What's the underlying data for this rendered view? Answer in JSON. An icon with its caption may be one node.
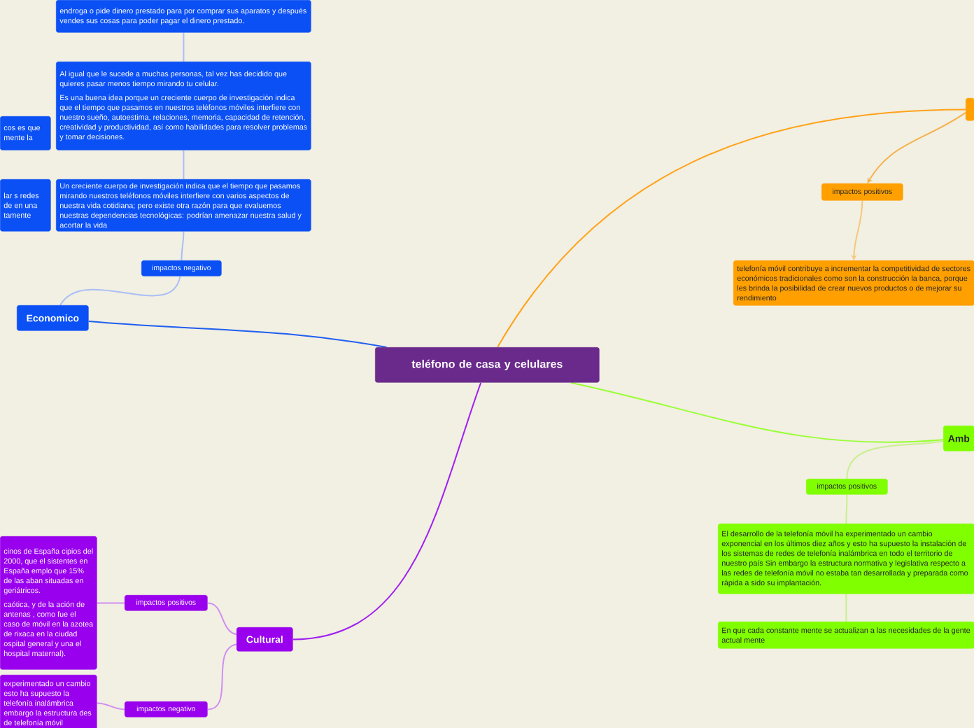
{
  "diagram": {
    "nodes": [
      {
        "text": [
          "teléfono de casa y celulares"
        ]
      },
      {
        "text": [
          "Economico"
        ]
      },
      {
        "text": [
          "impactos negativo"
        ]
      },
      {
        "text": [
          "endroga o pide dinero prestado para por comprar sus aparatos y después vendes sus cosas para poder pagar el dinero prestado."
        ]
      },
      {
        "text": [
          "Al igual que le sucede a muchas personas, tal vez has decidido que quieres pasar menos tiempo mirando tu celular.",
          "Es una buena idea porque un creciente cuerpo de investigación indica que el tiempo que pasamos en nuestros teléfonos móviles interfiere con nuestro sueño, autoestima, relaciones, memoria, capacidad de retención, creatividad y productividad, así como habilidades para resolver problemas y tomar decisiones."
        ]
      },
      {
        "text": [
          "Un creciente cuerpo de investigación indica que el tiempo que pasamos mirando nuestros teléfonos móviles interfiere con varios aspectos de nuestra vida cotidiana; pero existe otra razón para que evaluemos nuestras dependencias tecnológicas: podrían amenazar nuestra salud y acortar la vida"
        ]
      },
      {
        "text": [
          "cos es que mente la"
        ]
      },
      {
        "text": [
          "lar s redes de en una tamente"
        ]
      },
      {
        "text": [],
        "shape": "box"
      },
      {
        "text": [
          "impactos positivos"
        ]
      },
      {
        "text": [
          "telefonía móvil contribuye a incrementar la competitividad de sectores económicos tradicionales como son la construcción la banca, porque les brinda la posibilidad de crear nuevos productos o de mejorar su rendimiento"
        ]
      },
      {
        "text": [
          "Amb"
        ]
      },
      {
        "text": [
          "impactos positivos"
        ]
      },
      {
        "text": [
          "El desarrollo de la telefonía móvil ha experimentado un cambio exponencial en los últimos diez años y esto ha supuesto la instalación de los sistemas de redes de telefonía inalámbrica en todo el territorio de nuestro país Sin embargo la estructura normativa y legislativa respecto a las redes de telefonía móvil no estaba tan desarrollada y preparada como rápida a sido su implantación."
        ]
      },
      {
        "text": [
          "En que cada constante mente se actualizan a las necesidades de la gente actual mente"
        ]
      },
      {
        "text": [
          "Cultural"
        ]
      },
      {
        "text": [
          "impactos positivos"
        ]
      },
      {
        "text": [
          "impactos negativo"
        ]
      },
      {
        "text": [
          "cinos de España cipios del 2000, que el sistentes en España emplo que 15% de las aban situadas en geriátricos.",
          "caótica, y de la ación de antenas , como fue el caso de móvil en la azotea de rixaca en la ciudad ospital general y una el hospital maternal)."
        ]
      },
      {
        "text": [
          "experimentado un cambio esto ha supuesto la telefonía inalámbrica embargo la estructura des de telefonía móvil"
        ]
      }
    ],
    "edges": [
      {
        "from": 0,
        "to": 1,
        "arrow": "none",
        "color": "#1f5ff0"
      },
      {
        "from": 1,
        "to": 2,
        "arrow": "none",
        "color": "#a9bff5"
      },
      {
        "from": 2,
        "to": 5,
        "arrow": "none",
        "color": "#a9bff5"
      },
      {
        "from": 5,
        "to": 4,
        "arrow": "none",
        "color": "#a9bff5"
      },
      {
        "from": 4,
        "to": 3,
        "arrow": "none",
        "color": "#a9bff5"
      },
      {
        "from": 0,
        "to": 8,
        "arrow": "none",
        "color": "#ffa31a"
      },
      {
        "from": 8,
        "to": 9,
        "arrow": "to",
        "color": "#f5b24a"
      },
      {
        "from": 9,
        "to": 10,
        "arrow": "to",
        "color": "#f5c87a"
      },
      {
        "from": 0,
        "to": 11,
        "arrow": "none",
        "color": "#99ff33"
      },
      {
        "from": 11,
        "to": 12,
        "arrow": "none",
        "color": "#c8f090"
      },
      {
        "from": 12,
        "to": 13,
        "arrow": "none",
        "color": "#c8f090"
      },
      {
        "from": 13,
        "to": 14,
        "arrow": "none",
        "color": "#c8f090"
      },
      {
        "from": 0,
        "to": 15,
        "arrow": "none",
        "color": "#a020f0"
      },
      {
        "from": 15,
        "to": 16,
        "arrow": "none",
        "color": "#d08ff0"
      },
      {
        "from": 15,
        "to": 17,
        "arrow": "none",
        "color": "#d08ff0"
      },
      {
        "from": 16,
        "to": 18,
        "arrow": "none",
        "color": "#d08ff0"
      },
      {
        "from": 17,
        "to": 19,
        "arrow": "none",
        "color": "#d08ff0"
      }
    ]
  }
}
